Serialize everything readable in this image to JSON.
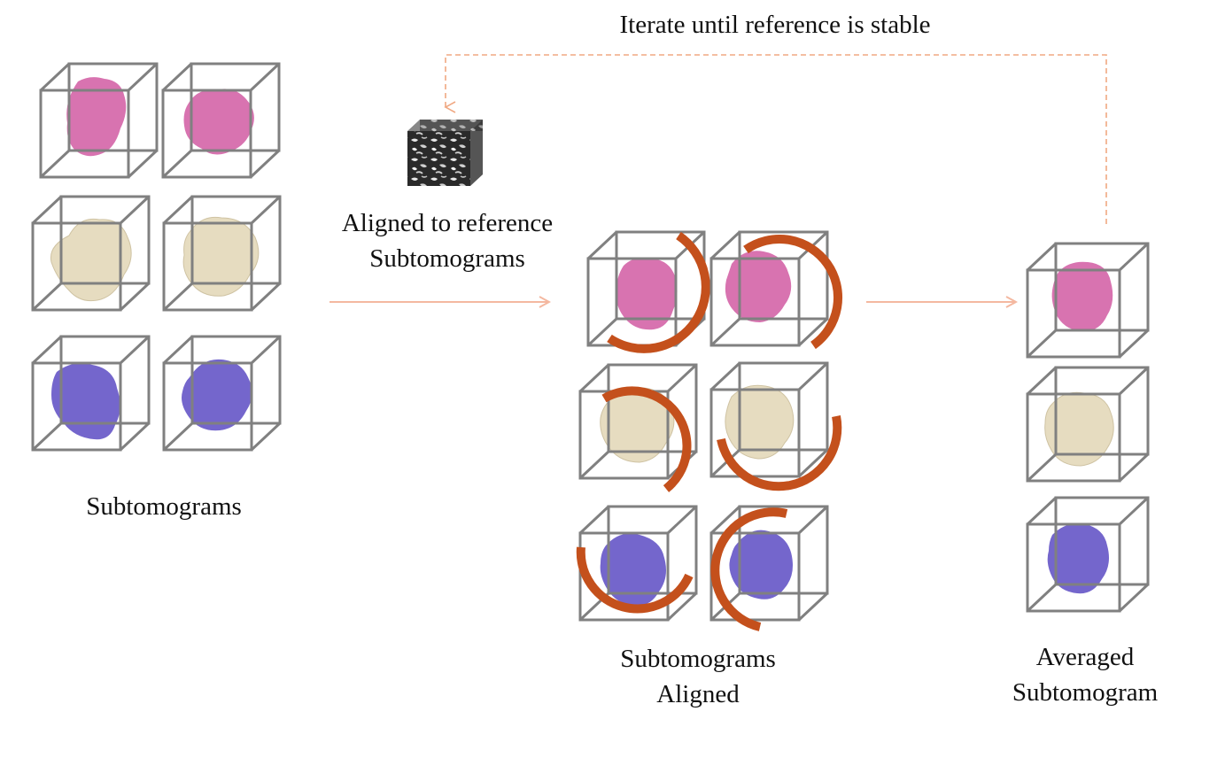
{
  "labels": {
    "iterate": "Iterate until reference is stable",
    "aligned_to_reference_line1": "Aligned to reference",
    "aligned_to_reference_line2": "Subtomograms",
    "subtomograms": "Subtomograms",
    "subtomograms_aligned_line1": "Subtomograms",
    "subtomograms_aligned_line2": "Aligned",
    "averaged_line1": "Averaged",
    "averaged_line2": "Subtomogram"
  },
  "colors": {
    "cube_edge": "#808080",
    "arrow": "#f4b8a0",
    "dashed_arrow": "#f0a882",
    "rotation_arc": "#c4501c",
    "protein_pink": "#d873b0",
    "protein_beige": "#e6dcc0",
    "protein_purple": "#7466cc",
    "reference_cube": "#333333"
  },
  "icons": {
    "reference_volume": "noise-cube-icon",
    "rotation": "rotation-arc-icon",
    "protein": "protein-density-icon"
  }
}
